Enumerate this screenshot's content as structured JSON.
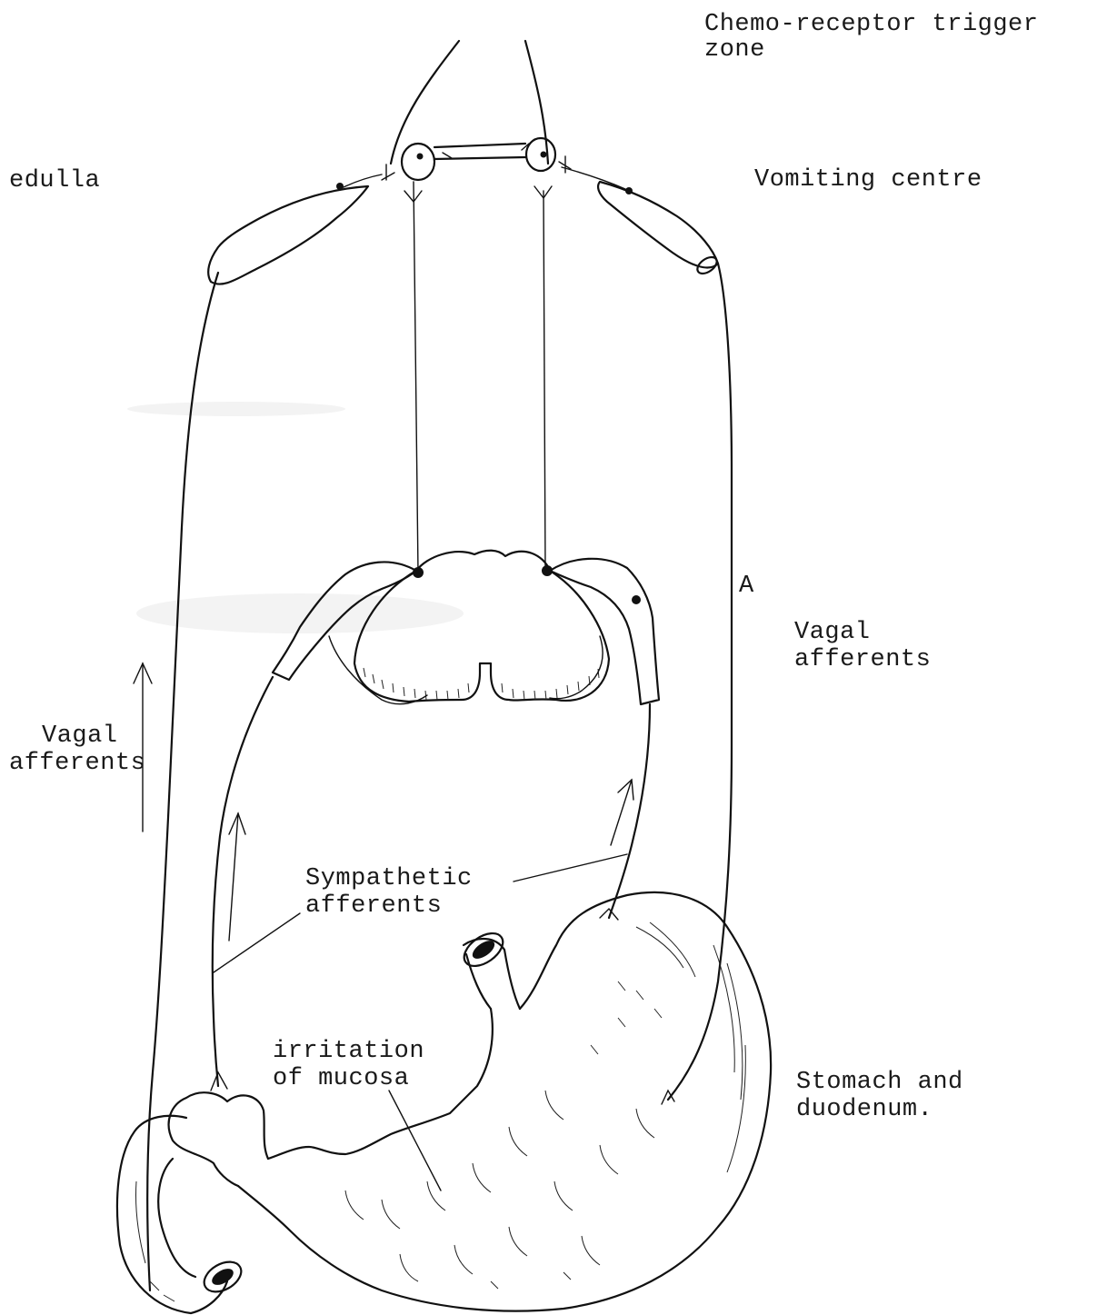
{
  "labels": {
    "ctz_line1": "Chemo-receptor trigger",
    "ctz_line2": "zone",
    "medulla": "edulla",
    "vomiting_centre": "Vomiting centre",
    "marker_a": "A",
    "vagal_right_line1": "Vagal",
    "vagal_right_line2": "afferents",
    "vagal_left_line1": "Vagal",
    "vagal_left_line2": "afferents",
    "sympathetic_line1": "Sympathetic",
    "sympathetic_line2": "afferents",
    "irritation_line1": "irritation",
    "irritation_line2": "of mucosa",
    "stomach_line1": "Stomach and",
    "stomach_line2": "duodenum."
  },
  "colors": {
    "ink": "#111111",
    "background": "#ffffff"
  }
}
